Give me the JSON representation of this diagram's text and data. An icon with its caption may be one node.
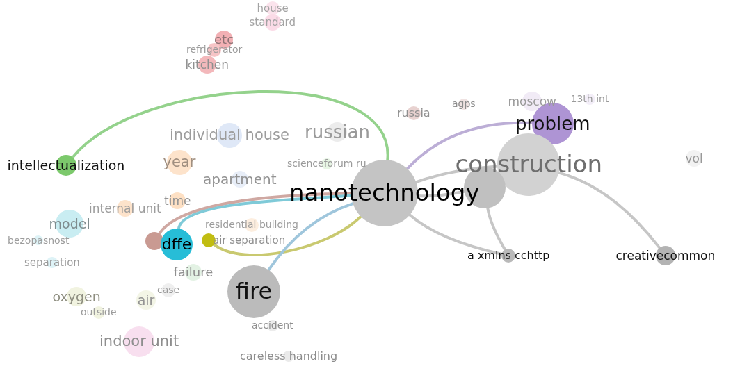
{
  "diagram": {
    "nodes": [
      {
        "text": [
          "house"
        ]
      },
      {
        "text": [
          "standard"
        ]
      },
      {
        "text": [
          "etc"
        ]
      },
      {
        "text": [
          "refrigerator"
        ]
      },
      {
        "text": [
          "kitchen"
        ]
      },
      {
        "text": [
          "individual house"
        ]
      },
      {
        "text": [
          "russian"
        ]
      },
      {
        "text": [
          "russia"
        ]
      },
      {
        "text": [
          "agps"
        ]
      },
      {
        "text": [
          "moscow"
        ]
      },
      {
        "text": [
          "13th int"
        ]
      },
      {
        "text": [
          "problem"
        ]
      },
      {
        "text": [
          "construction"
        ]
      },
      {
        "text": [
          "vol"
        ]
      },
      {
        "text": [
          "intellectualization"
        ]
      },
      {
        "text": [
          "year"
        ]
      },
      {
        "text": [
          "scienceforum ru"
        ]
      },
      {
        "text": [
          "apartment"
        ]
      },
      {
        "text": [
          "nanotechnology"
        ]
      },
      {
        "text": [],
        "shape": "circle"
      },
      {
        "text": [
          "model"
        ]
      },
      {
        "text": [
          "internal unit"
        ]
      },
      {
        "text": [
          "time"
        ]
      },
      {
        "text": [
          "residential building"
        ]
      },
      {
        "text": [
          "bezopasnost"
        ]
      },
      {
        "text": [],
        "shape": "circle"
      },
      {
        "text": [
          "dffe"
        ]
      },
      {
        "text": [
          "air separation"
        ]
      },
      {
        "text": [
          "separation"
        ]
      },
      {
        "text": [
          "failure"
        ]
      },
      {
        "text": [
          "case"
        ]
      },
      {
        "text": [
          "oxygen"
        ]
      },
      {
        "text": [
          "air"
        ]
      },
      {
        "text": [
          "outside"
        ]
      },
      {
        "text": [
          "fire"
        ]
      },
      {
        "text": [
          "accident"
        ]
      },
      {
        "text": [
          "indoor unit"
        ]
      },
      {
        "text": [
          "careless handling"
        ]
      },
      {
        "text": [
          "a xmlns cchttp"
        ]
      },
      {
        "text": [
          "creativecommon"
        ]
      }
    ],
    "edges": [
      {
        "from": 14,
        "to": 18,
        "arrow": "none",
        "color": "#94d28c"
      },
      {
        "from": 18,
        "to": 11,
        "arrow": "none",
        "color": "#bcaed6"
      },
      {
        "from": 18,
        "to": 12,
        "arrow": "none"
      },
      {
        "from": 18,
        "to": 19,
        "arrow": "none"
      },
      {
        "from": 18,
        "to": 38,
        "arrow": "none"
      },
      {
        "from": 19,
        "to": 38,
        "arrow": "none"
      },
      {
        "from": 12,
        "to": 39,
        "arrow": "none"
      },
      {
        "from": 25,
        "to": 18,
        "arrow": "none",
        "color": "#cfa8a2"
      },
      {
        "from": 26,
        "to": 18,
        "arrow": "none",
        "color": "#7fcad8"
      },
      {
        "from": 27,
        "to": 18,
        "arrow": "none",
        "color": "#c9c970"
      },
      {
        "from": 34,
        "to": 18,
        "arrow": "none",
        "color": "#9fc6dc"
      }
    ]
  }
}
